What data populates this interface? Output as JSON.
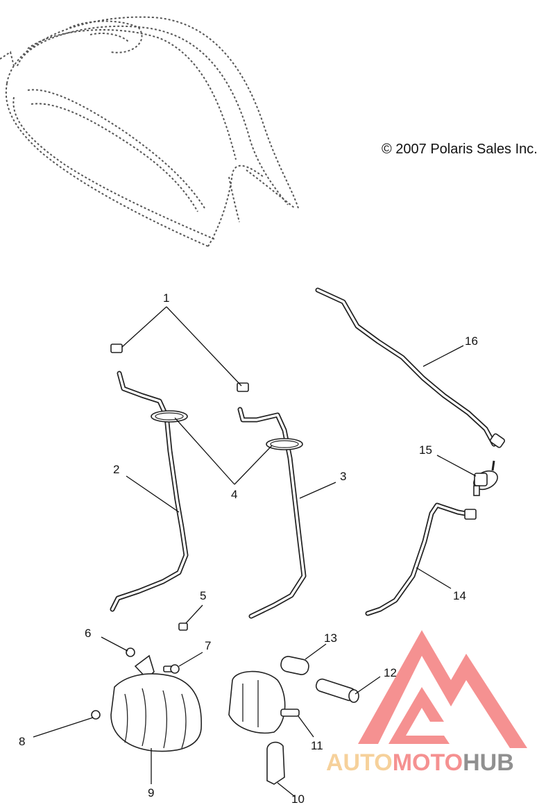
{
  "copyright": "© 2007 Polaris Sales Inc.",
  "watermark": {
    "text_1": "AUTO",
    "text_2": "MOTO",
    "text_3": "HUB",
    "color_light": "#f4c27a",
    "color_red": "#f26d6d",
    "color_dark": "#6b6b6b"
  },
  "callouts": {
    "c1": "1",
    "c2": "2",
    "c3": "3",
    "c4": "4",
    "c5": "5",
    "c6": "6",
    "c7": "7",
    "c8": "8",
    "c9": "9",
    "c10": "10",
    "c11": "11",
    "c12": "12",
    "c13": "13",
    "c14": "14",
    "c15": "15",
    "c16": "16"
  }
}
